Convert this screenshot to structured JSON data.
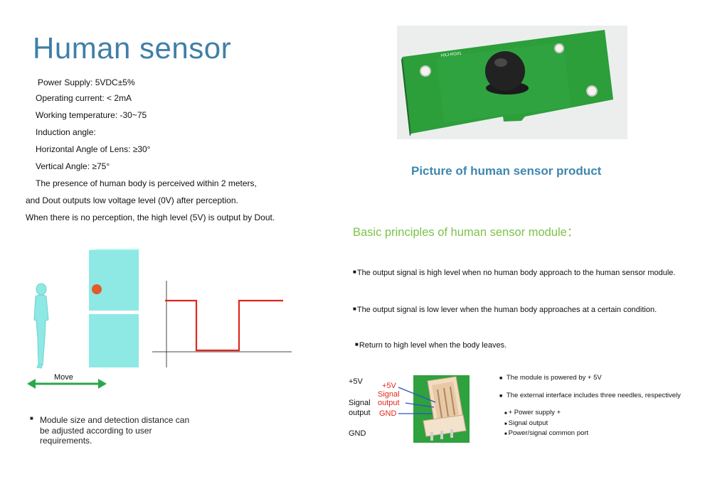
{
  "title": "Human sensor",
  "specs": [
    "Power Supply: 5VDC±5%",
    "Operating current: < 2mA",
    "Working temperature: -30~75",
    "Induction angle:",
    "Horizontal Angle of Lens: ≥30°",
    "Vertical Angle: ≥75°",
    "The presence of human body is perceived within 2 meters,",
    "and Dout outputs low voltage level (0V) after perception.",
    "When there is no perception, the high level (5V) is output by Dout."
  ],
  "product_caption": "Picture of human sensor product",
  "board_label": "HXJ-RG01",
  "principles_title": "Basic principles of human sensor module：",
  "principles": [
    "The output signal is high level when no human body approach to the human sensor module.",
    "The output signal is low lever when the human body approaches at a certain condition.",
    "Return to  high level when the body leaves."
  ],
  "diagram": {
    "move_label": "Move"
  },
  "bottom_note": {
    "lines": [
      "Module size and detection distance can",
      "be adjusted according to user",
      "requirements."
    ]
  },
  "connector": {
    "left_labels": {
      "plus5v": "+5V",
      "signal": "Signal",
      "output": "output",
      "gnd": "GND"
    },
    "red_labels": {
      "plus5v": "+5V",
      "signal": "Signal",
      "output": "output",
      "gnd": "GND"
    },
    "notes": [
      "The module is powered by + 5V",
      "The external interface includes three needles, respectively"
    ],
    "sub_items": [
      "+ Power supply +",
      "Signal output",
      "Power/signal common port"
    ]
  },
  "colors": {
    "title": "#3f7fa8",
    "caption": "#3f86b0",
    "principles_title": "#7cc24a",
    "signal_red": "#e0261d",
    "cube_cyan": "#8ee8e4",
    "arrow_green": "#2aa84a",
    "pcb_green": "#2fa13e"
  }
}
